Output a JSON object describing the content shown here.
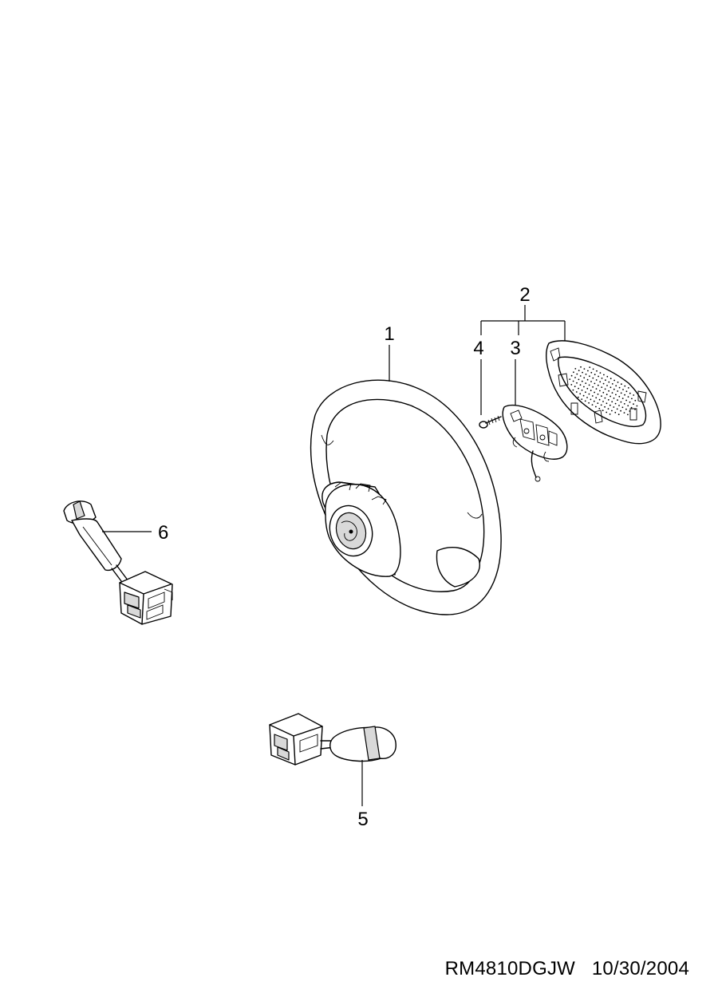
{
  "diagram": {
    "callouts": {
      "steering_wheel": "1",
      "airbag_cover_group": "2",
      "switch_module": "3",
      "screw": "4",
      "wiper_switch": "5",
      "turn_signal_switch": "6"
    }
  },
  "footer": {
    "drawing_id": "RM4810DGJW",
    "date": "10/30/2004"
  }
}
